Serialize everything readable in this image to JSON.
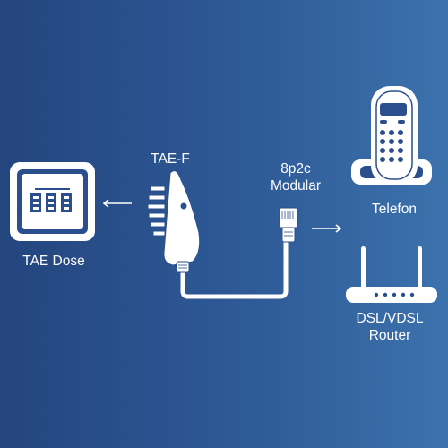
{
  "diagram": {
    "labels": {
      "tae_f": "TAE-F",
      "modular_line1": "8p2c",
      "modular_line2": "Modular",
      "tae_dose": "TAE Dose",
      "telefon": "Telefon",
      "router_line1": "DSL/VDSL",
      "router_line2": "Router"
    },
    "connections": [
      {
        "from": "TAE-F",
        "to": "TAE Dose",
        "arrow": "left"
      },
      {
        "from": "8p2c Modular",
        "to": "Telefon / DSL/VDSL Router",
        "arrow": "right"
      }
    ],
    "colors": {
      "background_left": "#24457e",
      "background_right": "#3c72ad",
      "foreground": "#ffffff",
      "accent_dark": "#2a4f8c"
    }
  }
}
